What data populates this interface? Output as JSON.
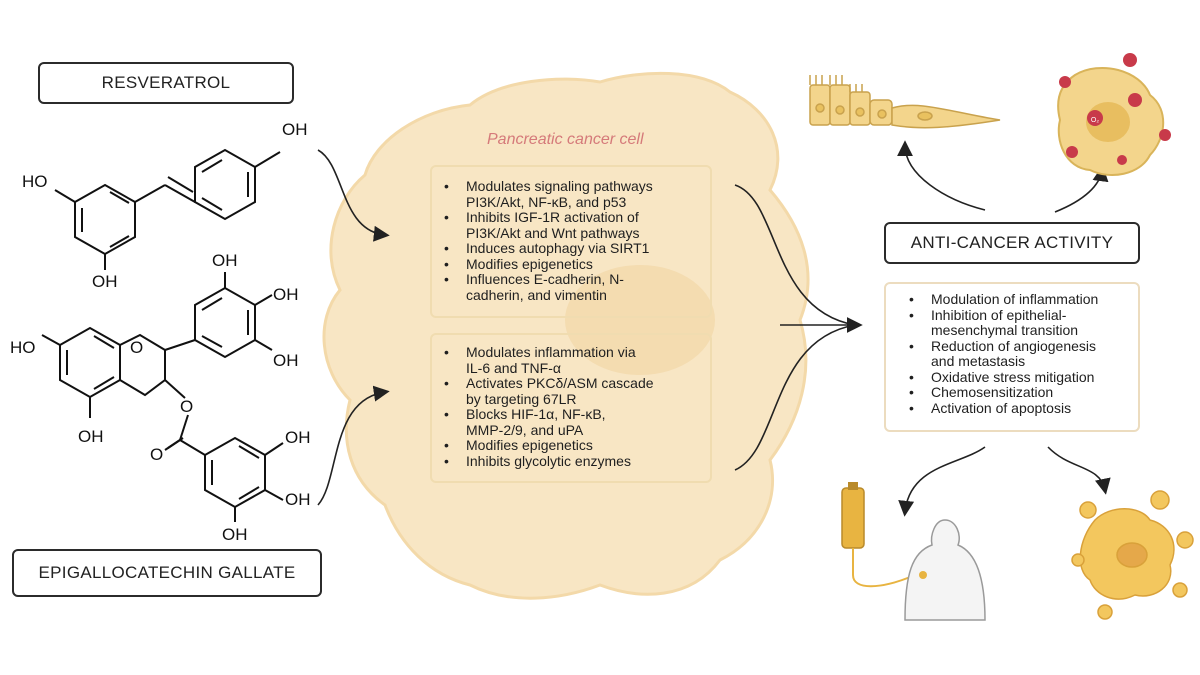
{
  "compounds": {
    "resveratrol_label": "RESVERATROL",
    "egcg_label": "EPIGALLOCATECHIN GALLATE",
    "oh": "OH",
    "ho": "HO",
    "o": "O"
  },
  "cell": {
    "title": "Pancreatic cancer cell",
    "resveratrol_effects": [
      "Modulates signaling pathways",
      "PI3K/Akt, NF-κB, and p53",
      "Inhibits IGF-1R activation of",
      "PI3K/Akt and Wnt pathways",
      "Induces autophagy via SIRT1",
      "Modifies epigenetics",
      "Influences E-cadherin, N-",
      "cadherin, and vimentin"
    ],
    "egcg_effects": [
      "Modulates inflammation via",
      "IL-6 and TNF-α",
      "Activates PKCδ/ASM cascade",
      "by targeting 67LR",
      "Blocks HIF-1α, NF-κB,",
      "MMP-2/9, and uPA",
      "Modifies epigenetics",
      "Inhibits glycolytic enzymes"
    ]
  },
  "activity": {
    "title": "ANTI-CANCER ACTIVITY",
    "items": [
      "Modulation of inflammation",
      "Inhibition of epithelial-",
      "mesenchymal transition",
      "Reduction of angiogenesis",
      "and metastasis",
      "Oxidative stress mitigation",
      "Chemosensitization",
      "Activation of apoptosis"
    ],
    "ros_label": "O₂"
  },
  "colors": {
    "cell_fill": "#f8e6c4",
    "panel_border": "#f0dcb0",
    "title_red": "#d57a7a",
    "tissue": "#f3d58c",
    "ros": "#c83a4a",
    "iv_bag": "#e8b441"
  },
  "icons": [
    "epithelial-cells-icon",
    "ros-cancer-cell-icon",
    "iv-chemotherapy-patient-icon",
    "apoptotic-cell-icon"
  ]
}
